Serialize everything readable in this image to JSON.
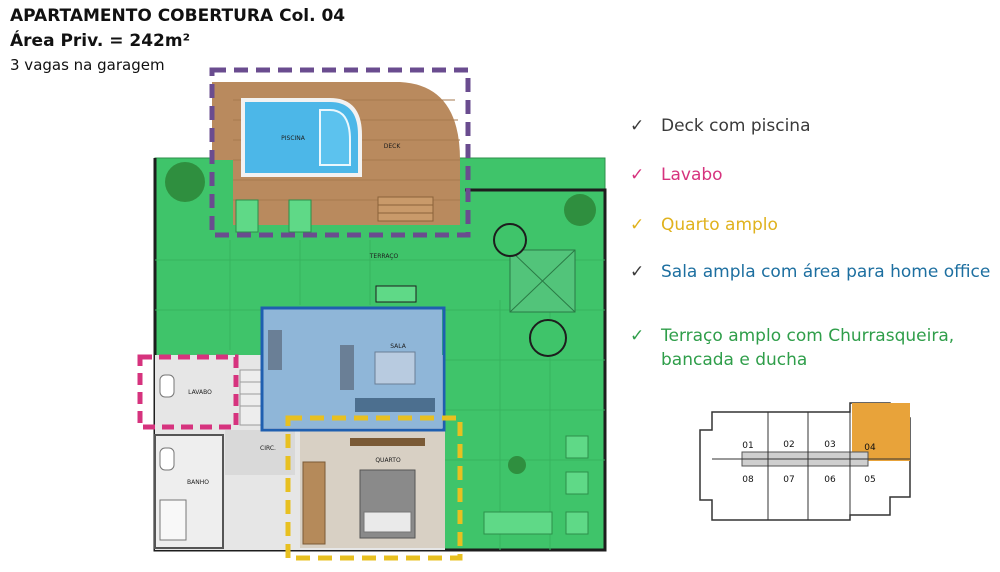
{
  "header": {
    "title": "APARTAMENTO COBERTURA Col. 04",
    "area": "Área Priv. = 242m²",
    "parking": "3 vagas na garagem"
  },
  "plan_labels": {
    "piscina": "PISCINA",
    "deck": "DECK",
    "terraco": "TERRAÇO",
    "sala": "SALA",
    "lavabo": "LAVABO",
    "circ": "CIRC.",
    "banho": "BANHO",
    "quarto": "QUARTO"
  },
  "features": [
    {
      "check": "✓",
      "text": "Deck com piscina",
      "color": "#3a3a3a"
    },
    {
      "check": "✓",
      "text": "Lavabo",
      "color": "#d6337e"
    },
    {
      "check": "✓",
      "text": "Quarto amplo",
      "color": "#e0b21d"
    },
    {
      "check": "✓",
      "text": "Sala ampla com área para home office",
      "color": "#1d6fa0"
    },
    {
      "check": "✓",
      "text": "Terraço amplo com Churrasqueira, bancada e ducha",
      "color": "#2f9e4a"
    }
  ],
  "key_plan": {
    "units": [
      "01",
      "02",
      "03",
      "04",
      "08",
      "07",
      "06",
      "05"
    ],
    "highlight_unit": "04",
    "highlight_color": "#e8a33a"
  },
  "colors": {
    "terrace": "#3fc46a",
    "deck": "#b98a5e",
    "pool": "#4cb7e8",
    "sala": "#8fb6d8",
    "deck_outline": "#6a4c8f",
    "lavabo_outline": "#d6337e",
    "quarto_outline": "#e8c020",
    "sala_outline": "#1f5fb0"
  }
}
